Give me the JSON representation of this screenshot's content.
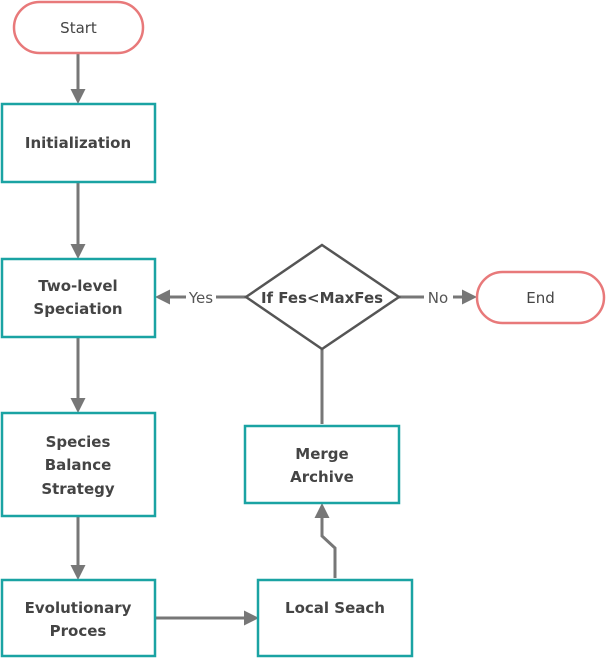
{
  "colors": {
    "process_border": "#1aa3a3",
    "terminal_border": "#e8797a",
    "decision_border": "#555555",
    "arrow": "#777777",
    "text": "#444444"
  },
  "nodes": {
    "start": {
      "label": "Start"
    },
    "initialization": {
      "label": "Initialization"
    },
    "speciation": {
      "line1": "Two-level",
      "line2": "Speciation"
    },
    "balance": {
      "line1": "Species",
      "line2": "Balance",
      "line3": "Strategy"
    },
    "evolutionary": {
      "line1": "Evolutionary",
      "line2": "Proces"
    },
    "local_search": {
      "label": "Local Seach"
    },
    "merge": {
      "line1": "Merge",
      "line2": "Archive"
    },
    "decision": {
      "label": "If Fes<MaxFes"
    },
    "end": {
      "label": "End"
    }
  },
  "edges": {
    "yes_label": "Yes",
    "no_label": "No"
  }
}
